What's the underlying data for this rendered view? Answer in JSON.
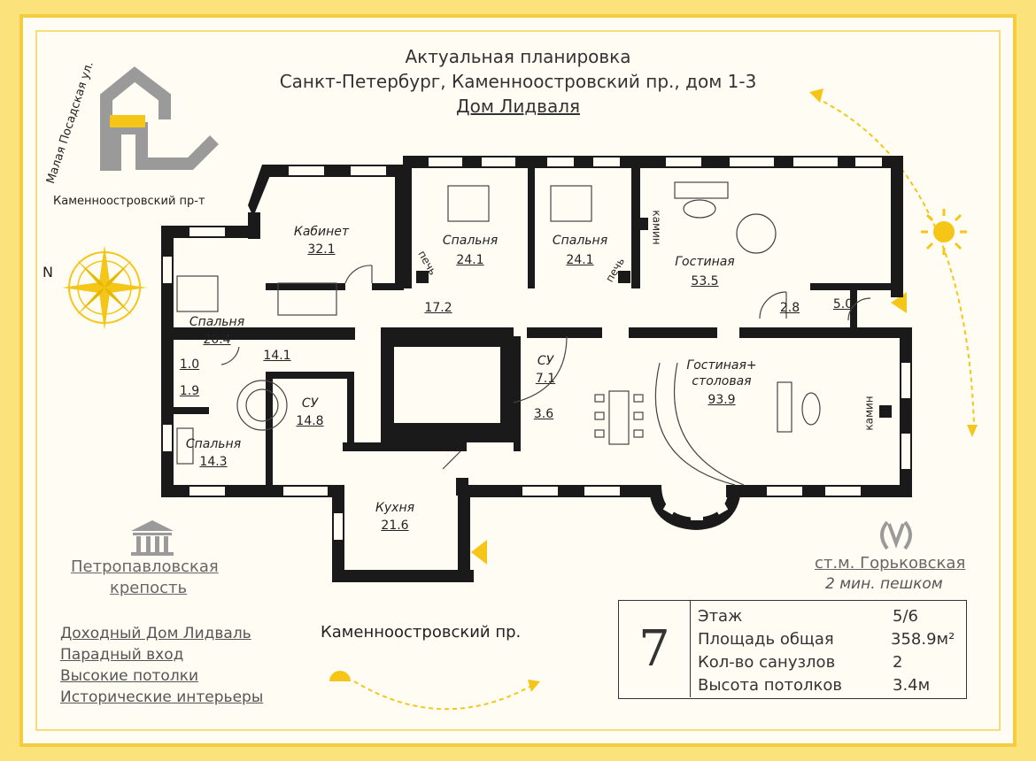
{
  "header": {
    "line1": "Актуальная планировка",
    "line2": "Санкт-Петербург, Каменноостровский пр., дом 1-3",
    "line3": "Дом Лидваля"
  },
  "streets": {
    "malaya": "Малая Посадская ул.",
    "kamenno_top": "Каменноостровский пр-т",
    "kamenno_bottom": "Каменноостровский пр."
  },
  "compass": {
    "north": "N"
  },
  "rooms": [
    {
      "name": "Кабинет",
      "area": "32.1"
    },
    {
      "name": "Спальня",
      "area": "24.1"
    },
    {
      "name": "Спальня",
      "area": "24.1"
    },
    {
      "name": "Гостиная",
      "area": "53.5"
    },
    {
      "name": "Спальня",
      "area": "20.4"
    },
    {
      "name": "",
      "area": "17.2"
    },
    {
      "name": "",
      "area": "14.1"
    },
    {
      "name": "",
      "area": "1.0"
    },
    {
      "name": "",
      "area": "1.9"
    },
    {
      "name": "СУ",
      "area": "14.8"
    },
    {
      "name": "Спальня",
      "area": "14.3"
    },
    {
      "name": "СУ",
      "area": "7.1"
    },
    {
      "name": "",
      "area": "3.6"
    },
    {
      "name": "Гостиная+ столовая",
      "area": "93.9"
    },
    {
      "name": "Кухня",
      "area": "21.6"
    },
    {
      "name": "",
      "area": "2.8"
    },
    {
      "name": "",
      "area": "5.0"
    }
  ],
  "fireplaces": {
    "pech": "печь",
    "kamin": "камин"
  },
  "landmarks": {
    "fortress_line1": "Петропавловская",
    "fortress_line2": "крепость",
    "metro_name": "ст.м. Горьковская",
    "metro_walk": "2 мин. пешком"
  },
  "features": [
    "Доходный Дом Лидваль",
    "Парадный вход",
    "Высокие потолки",
    "Исторические интерьеры"
  ],
  "info": {
    "number": "7",
    "rows": [
      {
        "label": "Этаж",
        "value": "5/6"
      },
      {
        "label": "Площадь общая",
        "value": "358.9м²"
      },
      {
        "label": "Кол-во санузлов",
        "value": "2"
      },
      {
        "label": "Высота потолков",
        "value": "3.4м"
      }
    ]
  },
  "colors": {
    "wall": "#1a1a1a",
    "accent": "#f5c518",
    "background": "#fffdf3",
    "gray": "#9a9a9a"
  }
}
